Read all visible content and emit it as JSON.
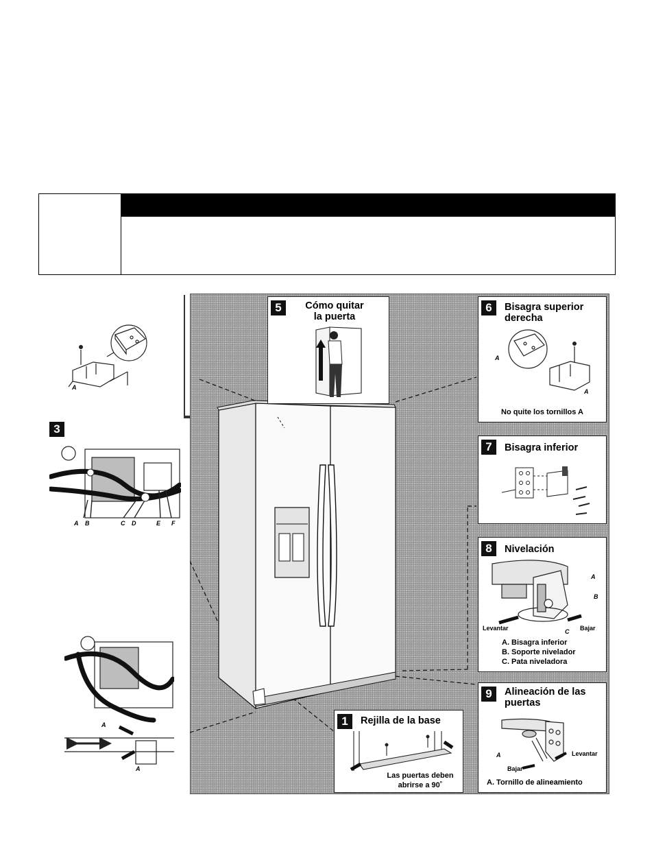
{
  "step3": {
    "num": "3",
    "letters": [
      "A",
      "B",
      "C",
      "D",
      "E",
      "F"
    ]
  },
  "left_top": {
    "label_a": "A"
  },
  "left_bottom": {
    "label_a1": "A",
    "label_a2": "A"
  },
  "callouts": {
    "s5": {
      "num": "5",
      "title_line1": "Cómo quitar",
      "title_line2": "la puerta"
    },
    "s6": {
      "num": "6",
      "title_line1": "Bisagra superior",
      "title_line2": "derecha",
      "label_a1": "A",
      "label_a2": "A",
      "caption": "No quite los tornillos A"
    },
    "s7": {
      "num": "7",
      "title": "Bisagra inferior"
    },
    "s8": {
      "num": "8",
      "title": "Nivelación",
      "label_a": "A",
      "label_b": "B",
      "label_c": "C",
      "raise": "Levantar",
      "lower": "Bajar",
      "legend": [
        "A. Bisagra inferior",
        "B. Soporte nivelador",
        "C. Pata niveladora"
      ]
    },
    "s9": {
      "num": "9",
      "title_line1": "Alineación de las",
      "title_line2": "puertas",
      "label_a": "A",
      "raise": "Levantar",
      "lower": "Bajar",
      "legend": "A. Tornillo de alineamiento"
    },
    "s1": {
      "num": "1",
      "title": "Rejilla de la base",
      "caption_line1": "Las puertas deben",
      "caption_line2": "abrirse a  90˚"
    }
  }
}
